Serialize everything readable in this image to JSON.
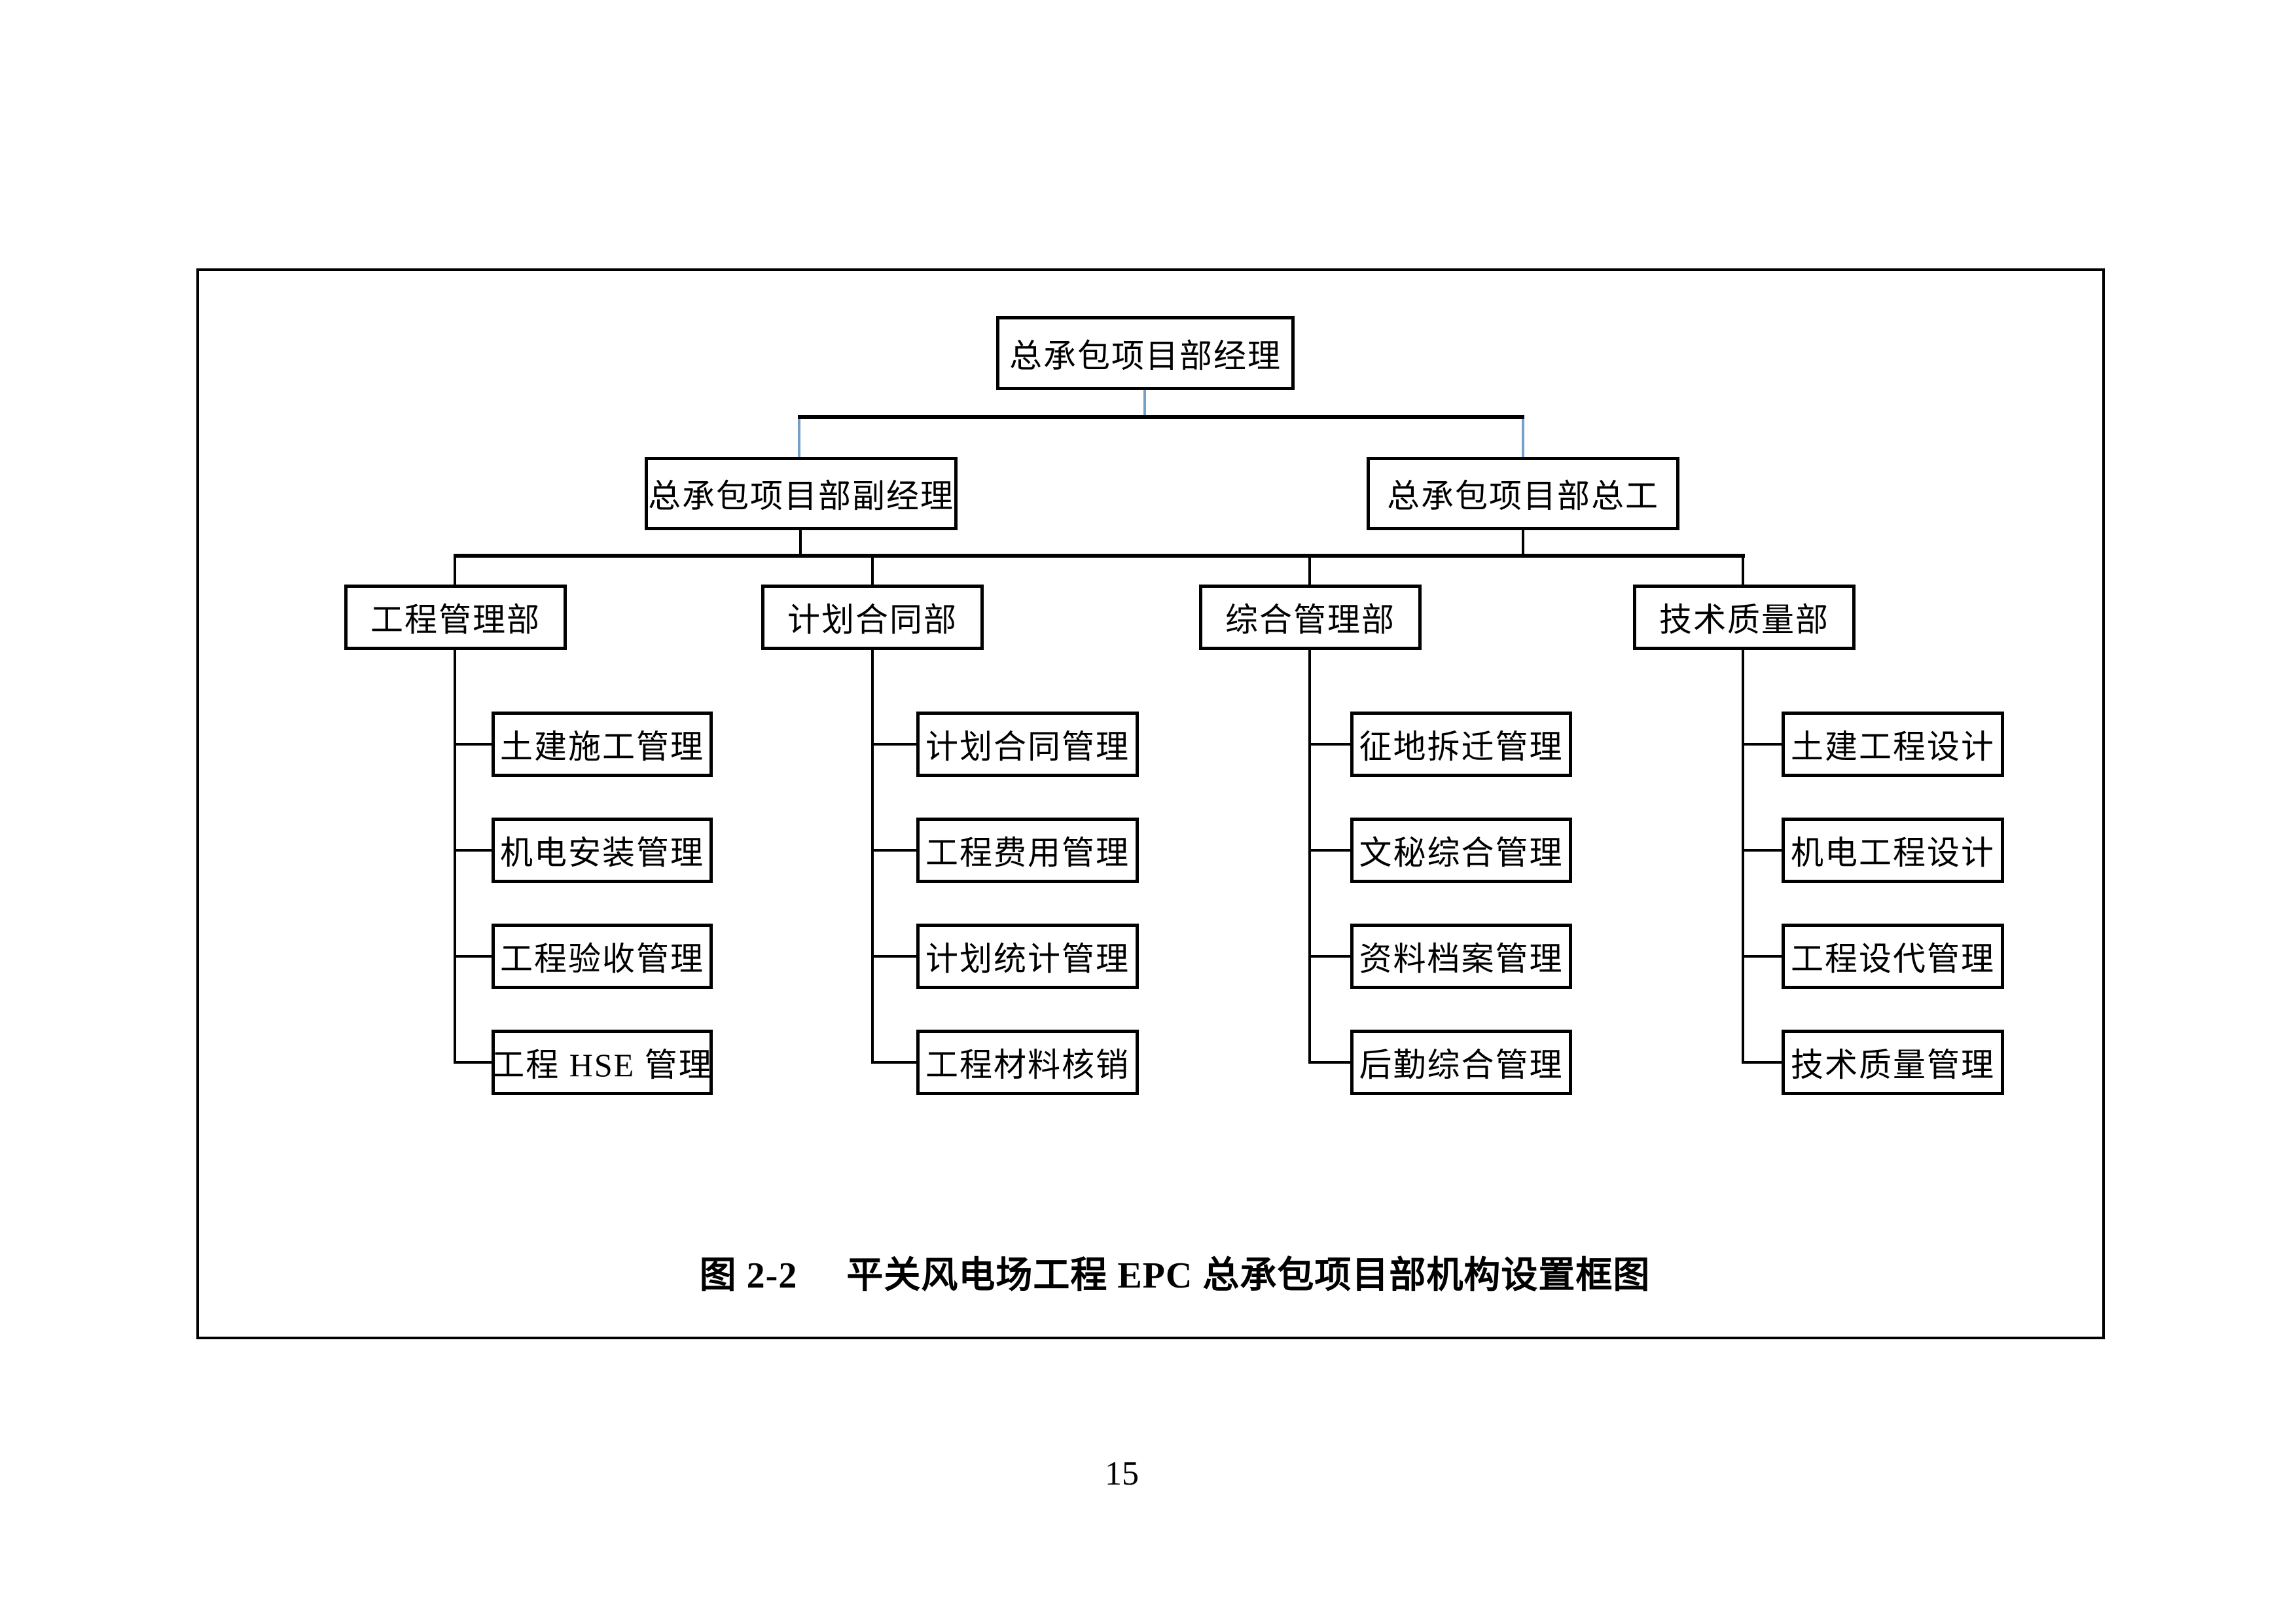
{
  "page": {
    "number": "15"
  },
  "caption": {
    "prefix": "图 2-2",
    "title": "平关风电场工程 EPC 总承包项目部机构设置框图"
  },
  "colors": {
    "line": "#000000",
    "connector_blue": "#74A0C8",
    "box_border": "#000000",
    "background": "#FFFFFF"
  },
  "chart": {
    "root": "总承包项目部经理",
    "level2": [
      "总承包项目部副经理",
      "总承包项目部总工"
    ],
    "departments": [
      {
        "label": "工程管理部",
        "children": [
          "土建施工管理",
          "机电安装管理",
          "工程验收管理",
          "工程 HSE 管理"
        ]
      },
      {
        "label": "计划合同部",
        "children": [
          "计划合同管理",
          "工程费用管理",
          "计划统计管理",
          "工程材料核销"
        ]
      },
      {
        "label": "综合管理部",
        "children": [
          "征地拆迁管理",
          "文秘综合管理",
          "资料档案管理",
          "后勤综合管理"
        ]
      },
      {
        "label": "技术质量部",
        "children": [
          "土建工程设计",
          "机电工程设计",
          "工程设代管理",
          "技术质量管理"
        ]
      }
    ]
  }
}
